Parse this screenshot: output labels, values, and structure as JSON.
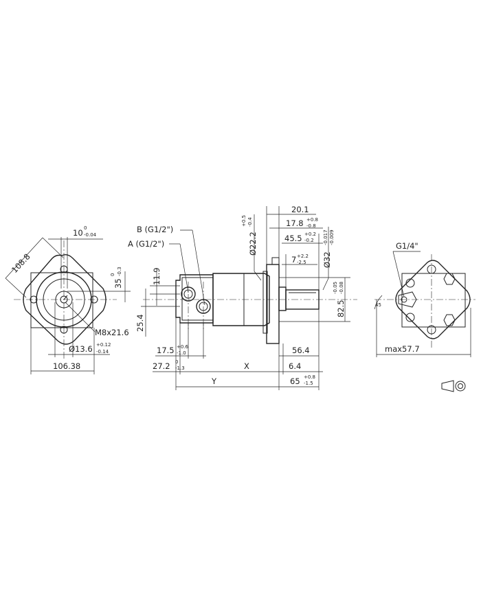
{
  "labels": {
    "port_b": "B (G1/2\")",
    "port_a": "A (G1/2\")",
    "drain_port": "G1/4\"",
    "diag_108_8": "108.8",
    "width_106_38": "106.38",
    "thread_m8": "M8x21.6",
    "dia_13_6": "Ø13.6",
    "dia_13_6_upper": "+0.12",
    "dia_13_6_lower": "-0.14",
    "dim_10": "10",
    "dim_10_upper": "0",
    "dim_10_lower": "-0.04",
    "dim_35": "35",
    "dim_35_upper": "0",
    "dim_35_lower": "-0.3",
    "dim_11_9": "11.9",
    "dim_25_4": "25.4",
    "dia_22_2": "Ø22.2",
    "dia_22_2_upper": "+0.5",
    "dia_22_2_lower": "-0.4",
    "dim_20_1": "20.1",
    "dim_17_8": "17.8",
    "dim_17_8_upper": "+0.8",
    "dim_17_8_lower": "-0.8",
    "dim_45_5": "45.5",
    "dim_45_5_upper": "+0.2",
    "dim_45_5_lower": "-0.2",
    "dim_7": "7",
    "dim_7_upper": "+2.2",
    "dim_7_lower": "-2.5",
    "dia_32": "Ø32",
    "dia_32_upper": "-0.017",
    "dia_32_lower": "-0.009",
    "dim_82_5": "82.5",
    "dim_82_5_upper": "-0.05",
    "dim_82_5_lower": "-0.08",
    "dim_17_5": "17.5",
    "dim_17_5_upper": "+0.6",
    "dim_17_5_lower": "-1.0",
    "dim_27_2": "27.2",
    "dim_27_2_upper": "0",
    "dim_27_2_lower": "-1.3",
    "dim_x": "X",
    "dim_y": "Y",
    "dim_56_4": "56.4",
    "dim_6_4": "6.4",
    "dim_65": "65",
    "dim_65_upper": "+0.8",
    "dim_65_lower": "-1.5",
    "max_57_7": "max57.7"
  }
}
